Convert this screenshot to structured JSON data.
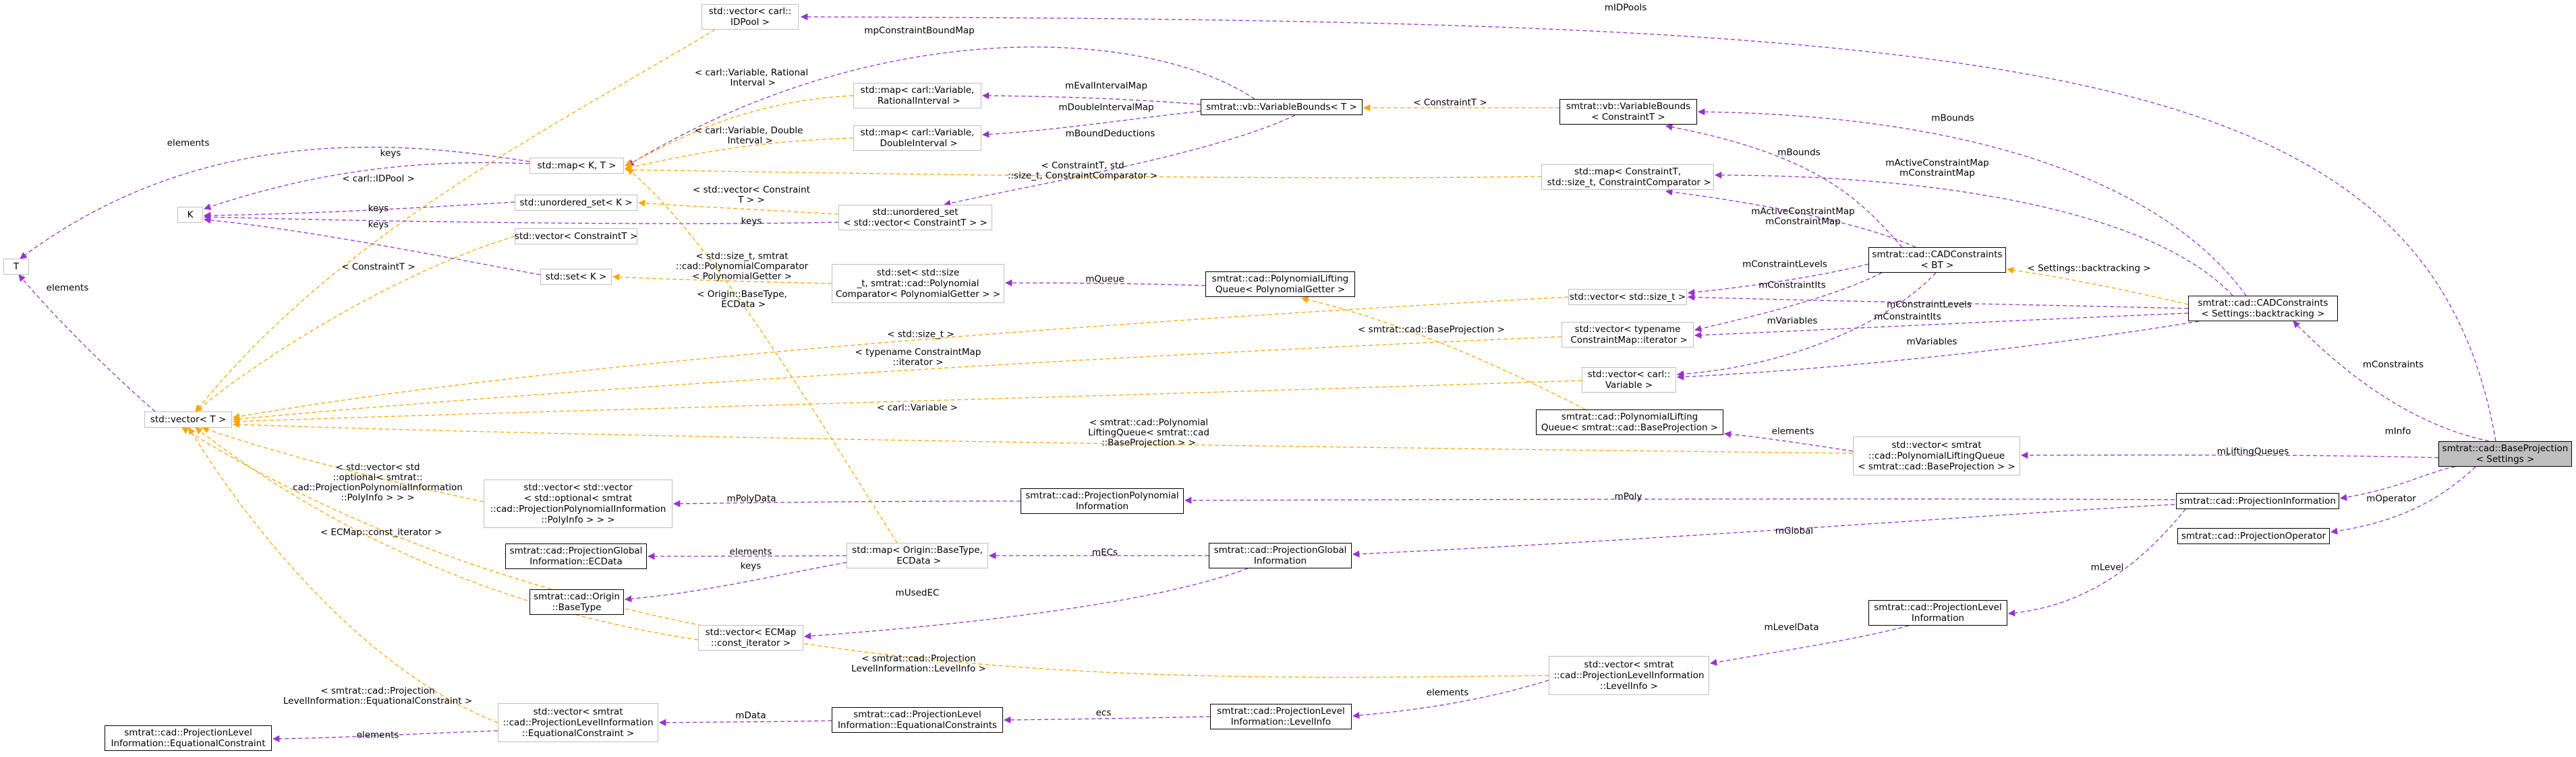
{
  "diagram": {
    "nodes": {
      "n_base": "smtrat::cad::BaseProjection\n< Settings >",
      "n_cadc_settings": "smtrat::cad::CADConstraints\n< Settings::backtracking >",
      "n_projinfo": "smtrat::cad::ProjectionInformation",
      "n_projop": "smtrat::cad::ProjectionOperator",
      "n_cadc_bt": "smtrat::cad::CADConstraints\n< BT >",
      "n_vbt": "smtrat::vb::VariableBounds\n< ConstraintT >",
      "n_vb_t": "smtrat::vb::VariableBounds< T >",
      "n_map_ct": "std::map< ConstraintT,\n std::size_t, ConstraintComparator >",
      "n_vec_size": "std::vector< std::size_t >",
      "n_vec_typename": "std::vector< typename\n ConstraintMap::iterator >",
      "n_vec_carlvar": "std::vector< carl::\nVariable >",
      "n_plq_base": "smtrat::cad::PolynomialLifting\nQueue< smtrat::cad::BaseProjection >",
      "n_vec_plq": "std::vector< smtrat\n::cad::PolynomialLiftingQueue\n< smtrat::cad::BaseProjection > >",
      "n_plq_getter": "smtrat::cad::PolynomialLifting\nQueue< PolynomialGetter >",
      "n_proj_poly": "smtrat::cad::ProjectionPolynomial\nInformation",
      "n_proj_global": "smtrat::cad::ProjectionGlobal\nInformation",
      "n_proj_level": "smtrat::cad::ProjectionLevel\nInformation",
      "n_vec_levelinfo": "std::vector< smtrat\n::cad::ProjectionLevelInformation\n::LevelInfo >",
      "n_levelinfo": "smtrat::cad::ProjectionLevel\nInformation::LevelInfo",
      "n_eqcons": "smtrat::cad::ProjectionLevel\nInformation::EquationalConstraints",
      "n_vec_eqc": "std::vector< smtrat\n::cad::ProjectionLevelInformation\n::EquationalConstraint >",
      "n_eqc": "smtrat::cad::ProjectionLevel\nInformation::EquationalConstraint",
      "n_vec_idpool": "std::vector< carl::\nIDPool >",
      "n_map_rat": "std::map< carl::Variable,\n RationalInterval >",
      "n_map_dbl": "std::map< carl::Variable,\n DoubleInterval >",
      "n_map_kt": "std::map< K, T >",
      "n_uset_vec": "std::unordered_set\n< std::vector< ConstraintT > >",
      "n_uset_k": "std::unordered_set< K >",
      "n_vec_ct": "std::vector< ConstraintT >",
      "n_set_k": "std::set< K >",
      "n_set_size": "std::set< std::size\n_t, smtrat::cad::Polynomial\nComparator< PolynomialGetter > >",
      "n_K": "K",
      "n_T": "T",
      "n_vec_t": "std::vector< T >",
      "n_vec_vec": "std::vector< std::vector\n< std::optional< smtrat\n::cad::ProjectionPolynomialInformation\n::PolyInfo > > >",
      "n_ecdata": "smtrat::cad::ProjectionGlobal\nInformation::ECData",
      "n_origin_bt": "smtrat::cad::Origin\n::BaseType",
      "n_map_origin": "std::map< Origin::BaseType,\n ECData >",
      "n_vec_ecmap": "std::vector< ECMap\n::const_iterator >"
    },
    "edge_labels": {
      "mIDPools": "mIDPools",
      "mInfo": "mInfo",
      "mOperator": "mOperator",
      "mConstraints": "mConstraints",
      "mLiftingQueues": "mLiftingQueues",
      "mPoly": "mPoly",
      "mGlobal": "mGlobal",
      "mLevel": "mLevel",
      "mBounds_s": "mBounds",
      "mACM_s": "mActiveConstraintMap\nmConstraintMap",
      "backtracking": "< Settings::backtracking >",
      "mConstraintLevels_s": "mConstraintLevels",
      "mConstraintIts_s": "mConstraintIts",
      "mVariables_s": "mVariables",
      "mBounds_b": "mBounds",
      "mACM_b": "mActiveConstraintMap\nmConstraintMap",
      "mConstraintLevels_b": "mConstraintLevels",
      "mConstraintIts_b": "mConstraintIts",
      "mVariables_b": "mVariables",
      "constraintT_tmpl": "< ConstraintT >",
      "mConstraintBoundMap": "mpConstraintBoundMap",
      "mEvalIntervalMap": "mEvalIntervalMap",
      "mDoubleIntervalMap": "mDoubleIntervalMap",
      "mBoundDeductions": "mBoundDeductions",
      "elements_plq": "elements",
      "baseproj_tmpl": "< smtrat::cad::BaseProjection >",
      "mQueue": "mQueue",
      "mPolyData": "mPolyData",
      "mECs": "mECs",
      "elements_ecdata": "elements",
      "keys_origin": "keys",
      "mUsedEC": "mUsedEC",
      "mLevelData": "mLevelData",
      "elements_levelinfo": "elements",
      "ecs": "ecs",
      "mData": "mData",
      "elements_eqc": "elements",
      "carl_rational_tmpl": "< carl::Variable, Rational\n Interval >",
      "carl_double_tmpl": "< carl::Variable, Double\n Interval >",
      "ct_size_tmpl": "< ConstraintT, std\n::size_t, ConstraintComparator >",
      "carl_idpool_tmpl": "< carl::IDPool >",
      "keys_kt": "keys",
      "elements_kt": "elements",
      "keys_uset": "keys",
      "vec_ct_tmpl": "< std::vector< Constraint\nT > >",
      "keys_uset_vec": "keys",
      "keys_set": "keys",
      "constraintT_vec": "< ConstraintT >",
      "elements_vec_t": "elements",
      "size_t_tmpl": "< std::size_t >",
      "typename_tmpl": "< typename ConstraintMap\n::iterator >",
      "carl_var_tmpl": "< carl::Variable >",
      "plq_tmpl": "< smtrat::cad::Polynomial\nLiftingQueue< smtrat::cad\n::BaseProjection > >",
      "polyinfo_tmpl": "< std::vector< std\n::optional< smtrat::\ncad::ProjectionPolynomialInformation\n::PolyInfo > > >",
      "ecmap_tmpl": "< ECMap::const_iterator >",
      "levelinfo_tmpl": "< smtrat::cad::Projection\nLevelInformation::LevelInfo >",
      "eqc_tmpl": "< smtrat::cad::Projection\nLevelInformation::EquationalConstraint >",
      "size_poly_tmpl": "< std::size_t, smtrat\n::cad::PolynomialComparator\n< PolynomialGetter >",
      "origin_ecdata_tmpl": "< Origin::BaseType,\n ECData >"
    }
  },
  "colors": {
    "member_edge": "#9a32cd",
    "template_edge": "#ffa500",
    "node_border_gray": "#bfbfbf",
    "node_border_black": "#000000",
    "focus_fill": "#bfbfbf"
  }
}
